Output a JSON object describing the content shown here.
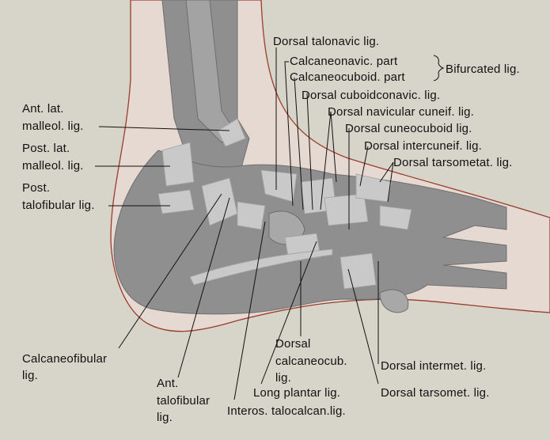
{
  "labels": {
    "dorsal_talonavic": "Dorsal talonavic lig.",
    "calcaneonavic_part": "Calcaneonavic. part",
    "calcaneocuboid_part": "Calcaneocuboid. part",
    "bifurcated": "Bifurcated lig.",
    "dorsal_cuboidconavic": "Dorsal cuboidconavic. lig.",
    "dorsal_navicular_cuneif": "Dorsal navicular cuneif. lig.",
    "dorsal_cuneocuboid": "Dorsal cuneocuboid lig.",
    "dorsal_intercuneif": "Dorsal intercuneif. lig.",
    "dorsal_tarsometat": "Dorsal tarsometat. lig.",
    "ant_lat_malleol_1": "Ant. lat.",
    "ant_lat_malleol_2": "malleol. lig.",
    "post_lat_malleol_1": "Post. lat.",
    "post_lat_malleol_2": "malleol. lig.",
    "post_talofibular_1": "Post.",
    "post_talofibular_2": "talofibular lig.",
    "calcaneofibular_1": "Calcaneofibular",
    "calcaneofibular_2": "lig.",
    "ant_talofibular_1": "Ant.",
    "ant_talofibular_2": "talofibular",
    "ant_talofibular_3": "lig.",
    "dorsal_calcaneocub_1": "Dorsal",
    "dorsal_calcaneocub_2": "calcaneocub.",
    "dorsal_calcaneocub_3": "lig.",
    "long_plantar": "Long plantar lig.",
    "interos_talocalcan": "Interos. talocalcan.lig.",
    "dorsal_intermet": "Dorsal intermet. lig.",
    "dorsal_tarsomet": "Dorsal tarsomet. lig."
  }
}
